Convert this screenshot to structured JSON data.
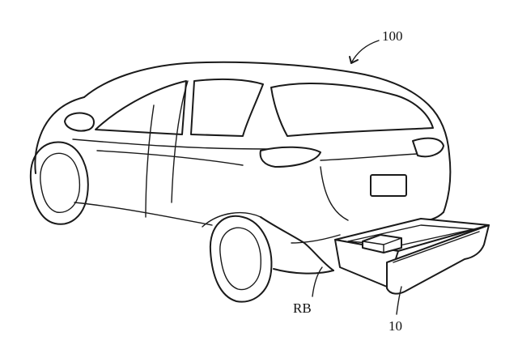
{
  "figure": {
    "labels": {
      "vehicle": "100",
      "rear_bumper": "RB",
      "drawer": "10"
    }
  }
}
